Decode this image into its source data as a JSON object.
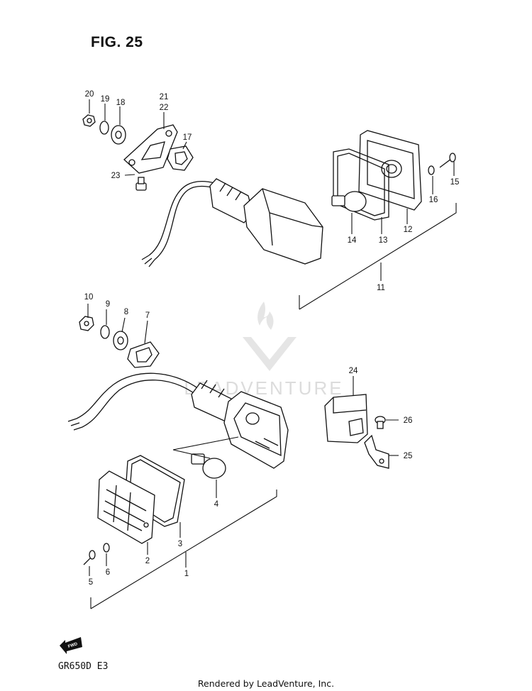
{
  "figure": {
    "title": "FIG. 25",
    "model_code": "GR650D  E3"
  },
  "watermark": {
    "text": "LEADVENTURE"
  },
  "footer": {
    "text": "Rendered by LeadVenture, Inc."
  },
  "fwd_badge": {
    "text": "FWD"
  },
  "callouts": [
    {
      "id": "c20",
      "label": "20"
    },
    {
      "id": "c19",
      "label": "19"
    },
    {
      "id": "c18",
      "label": "18"
    },
    {
      "id": "c21",
      "label": "21"
    },
    {
      "id": "c22",
      "label": "22"
    },
    {
      "id": "c17",
      "label": "17"
    },
    {
      "id": "c23",
      "label": "23"
    },
    {
      "id": "c15",
      "label": "15"
    },
    {
      "id": "c16",
      "label": "16"
    },
    {
      "id": "c12",
      "label": "12"
    },
    {
      "id": "c13",
      "label": "13"
    },
    {
      "id": "c14",
      "label": "14"
    },
    {
      "id": "c11",
      "label": "11"
    },
    {
      "id": "c10",
      "label": "10"
    },
    {
      "id": "c9",
      "label": "9"
    },
    {
      "id": "c8",
      "label": "8"
    },
    {
      "id": "c7",
      "label": "7"
    },
    {
      "id": "c24",
      "label": "24"
    },
    {
      "id": "c26",
      "label": "26"
    },
    {
      "id": "c25",
      "label": "25"
    },
    {
      "id": "c4",
      "label": "4"
    },
    {
      "id": "c3",
      "label": "3"
    },
    {
      "id": "c2",
      "label": "2"
    },
    {
      "id": "c6",
      "label": "6"
    },
    {
      "id": "c5",
      "label": "5"
    },
    {
      "id": "c1",
      "label": "1"
    }
  ],
  "colors": {
    "line": "#111111",
    "watermark": "#d9d9d9",
    "background": "#ffffff"
  }
}
